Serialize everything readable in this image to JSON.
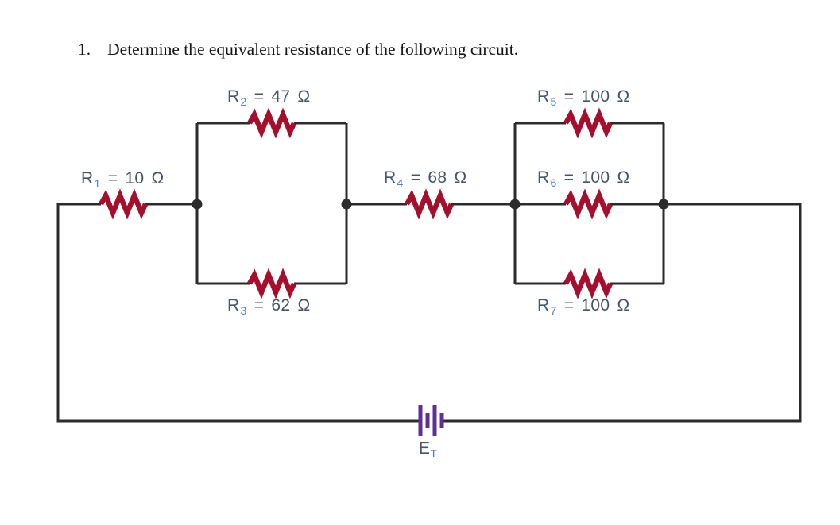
{
  "problem": {
    "number": "1.",
    "statement": "Determine the equivalent resistance of the following circuit."
  },
  "circuit": {
    "resistors": {
      "r1": {
        "label": "R",
        "sub": "1",
        "value": "= 10 Ω"
      },
      "r2": {
        "label": "R",
        "sub": "2",
        "value": "= 47 Ω"
      },
      "r3": {
        "label": "R",
        "sub": "3",
        "value": "= 62 Ω"
      },
      "r4": {
        "label": "R",
        "sub": "4",
        "value": "= 68 Ω"
      },
      "r5": {
        "label": "R",
        "sub": "5",
        "value": "= 100 Ω"
      },
      "r6": {
        "label": "R",
        "sub": "6",
        "value": "= 100 Ω"
      },
      "r7": {
        "label": "R",
        "sub": "7",
        "value": "= 100 Ω"
      }
    },
    "battery": {
      "label": "E",
      "sub": "T"
    }
  },
  "colors": {
    "wire": "#2b2b2b",
    "resistor": "#a50f2e",
    "label_text": "#44556a",
    "subscript": "#4d80c4",
    "battery": "#5c3193",
    "title_text": "#141414",
    "background": "#ffffff"
  }
}
